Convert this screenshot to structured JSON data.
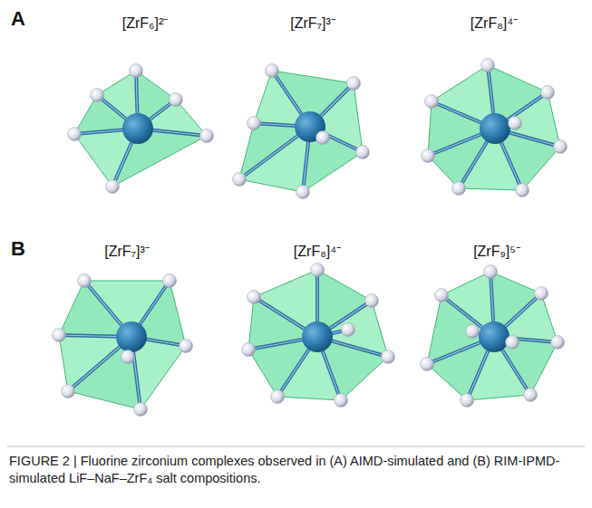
{
  "diagram": {
    "caption": "FIGURE 2 | Fluorine zirconium complexes observed in (A) AIMD-simulated and (B) RIM-IPMD-simulated LiF–NaF–ZrF₄ salt compositions.",
    "labels": [
      "A",
      "[ZrF₆]²⁻",
      "[ZrF₇]³⁻",
      "[ZrF₈]⁴⁻",
      "B",
      "[ZrF₇]³⁻",
      "[ZrF₈]⁴⁻",
      "[ZrF₉]⁵⁻"
    ]
  }
}
